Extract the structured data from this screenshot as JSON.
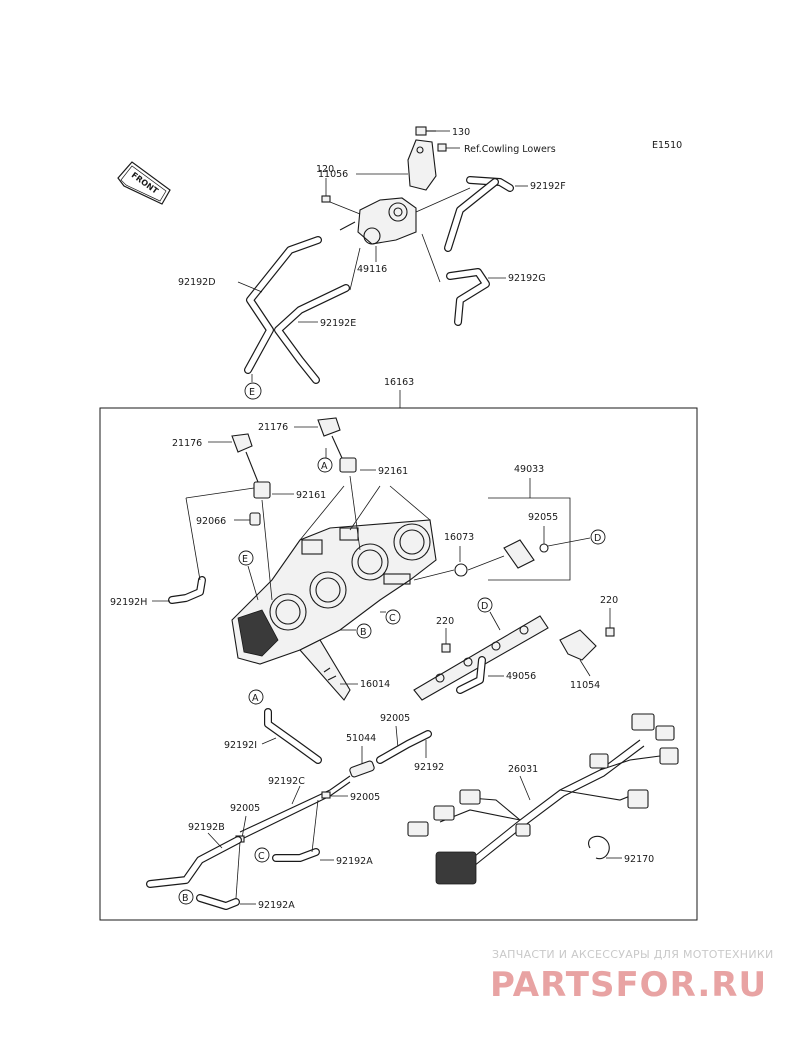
{
  "diagram": {
    "code": "E1510",
    "front_label": "FRONT",
    "ref_note": "Ref.Cowling Lowers",
    "assembly_label": "16163",
    "parts": {
      "p130": "130",
      "p11056": "11056",
      "p120": "120",
      "p92192F": "92192F",
      "p49116": "49116",
      "p92192D": "92192D",
      "p92192G": "92192G",
      "p92192E": "92192E",
      "p21176a": "21176",
      "p21176b": "21176",
      "p92161a": "92161",
      "p92161b": "92161",
      "p92066": "92066",
      "p49033": "49033",
      "p92055": "92055",
      "p16073": "16073",
      "p92192H": "92192H",
      "p220a": "220",
      "p220b": "220",
      "p16014": "16014",
      "p49056": "49056",
      "p11054": "11054",
      "p92005a": "92005",
      "p51044": "51044",
      "p92192I": "92192I",
      "p92192": "92192",
      "p26031": "26031",
      "p92192C": "92192C",
      "p92005b": "92005",
      "p92005c": "92005",
      "p92192B": "92192B",
      "p92192A1": "92192A",
      "p92170": "92170",
      "p92192A2": "92192A"
    },
    "refs": {
      "E_top": "E",
      "A_upper": "A",
      "E_body": "E",
      "B_body": "B",
      "C_body": "C",
      "D_box": "D",
      "D_rail": "D",
      "A_lower": "A",
      "C_lower": "C",
      "B_lower": "B"
    }
  },
  "watermark": {
    "line1": "ЗАПЧАСТИ И АКСЕССУАРЫ ДЛЯ МОТОТЕХНИКИ",
    "line2": "PARTSFOR.RU"
  }
}
